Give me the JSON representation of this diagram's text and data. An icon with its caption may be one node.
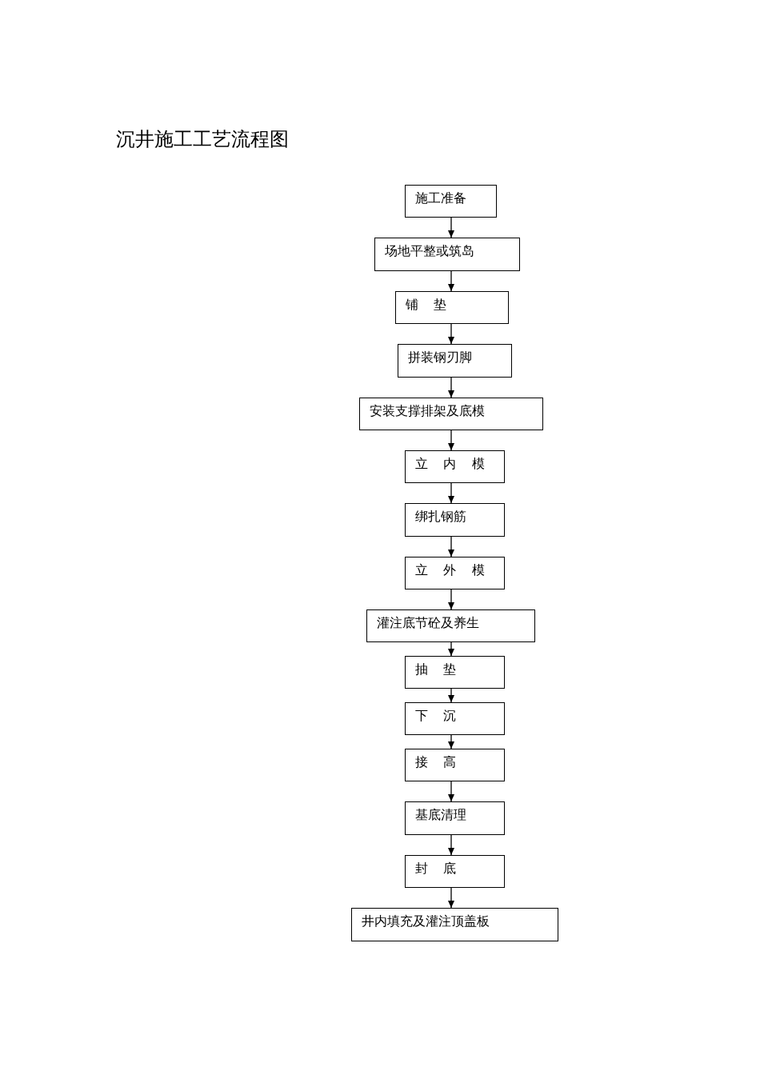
{
  "diagram": {
    "title": "沉井施工工艺流程图",
    "nodes": [
      {
        "text": [
          "施工准备"
        ]
      },
      {
        "text": [
          "场地平整或筑岛"
        ]
      },
      {
        "text": [
          "铺 垫"
        ]
      },
      {
        "text": [
          "拼装钢刃脚"
        ]
      },
      {
        "text": [
          "安装支撑排架及底模"
        ]
      },
      {
        "text": [
          "立 内 模"
        ]
      },
      {
        "text": [
          "绑扎钢筋"
        ]
      },
      {
        "text": [
          "立 外 模"
        ]
      },
      {
        "text": [
          "灌注底节砼及养生"
        ]
      },
      {
        "text": [
          "抽 垫"
        ]
      },
      {
        "text": [
          "下 沉"
        ]
      },
      {
        "text": [
          "接 高"
        ]
      },
      {
        "text": [
          "基底清理"
        ]
      },
      {
        "text": [
          "封 底"
        ]
      },
      {
        "text": [
          "井内填充及灌注顶盖板"
        ]
      }
    ],
    "edges": [
      {
        "from": 0,
        "to": 1,
        "arrow": "to"
      },
      {
        "from": 1,
        "to": 2,
        "arrow": "to"
      },
      {
        "from": 2,
        "to": 3,
        "arrow": "to"
      },
      {
        "from": 3,
        "to": 4,
        "arrow": "to"
      },
      {
        "from": 4,
        "to": 5,
        "arrow": "to"
      },
      {
        "from": 5,
        "to": 6,
        "arrow": "to"
      },
      {
        "from": 6,
        "to": 7,
        "arrow": "to"
      },
      {
        "from": 7,
        "to": 8,
        "arrow": "to"
      },
      {
        "from": 8,
        "to": 9,
        "arrow": "to"
      },
      {
        "from": 9,
        "to": 10,
        "arrow": "to"
      },
      {
        "from": 10,
        "to": 11,
        "arrow": "to"
      },
      {
        "from": 11,
        "to": 12,
        "arrow": "to"
      },
      {
        "from": 12,
        "to": 13,
        "arrow": "to"
      },
      {
        "from": 13,
        "to": 14,
        "arrow": "to"
      }
    ]
  }
}
